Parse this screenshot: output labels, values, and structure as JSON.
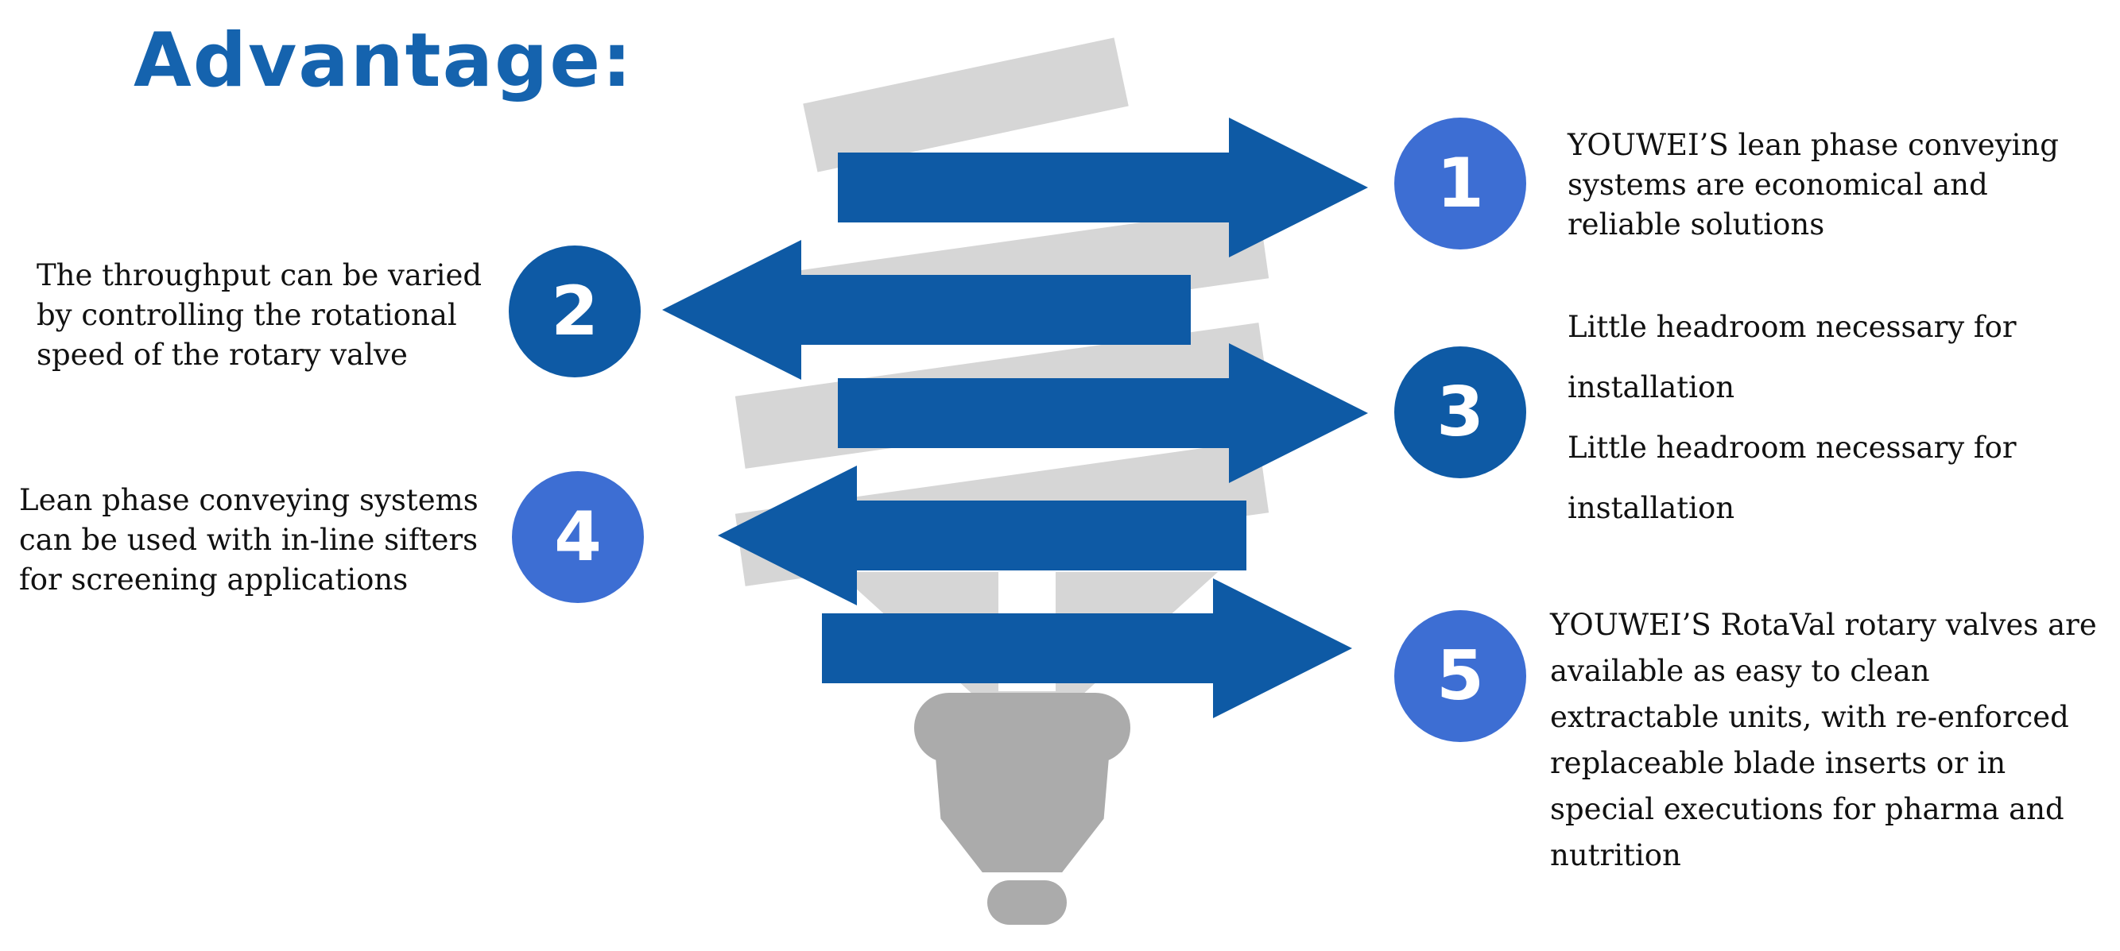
{
  "title": "Advantage:",
  "colors": {
    "title_blue": "#1563ae",
    "arrow_blue": "#0e5aa5",
    "dark_circle_blue": "#0e5aa5",
    "light_circle_blue": "#3d6ed3",
    "tube_gray": "#d6d6d6",
    "base_gray": "#ababab"
  },
  "graphic": "cfl-lightbulb",
  "items": [
    {
      "number": "1",
      "side": "right",
      "circle_style": "light",
      "text": "YOUWEI’S lean phase conveying systems are economical and reliable solutions"
    },
    {
      "number": "2",
      "side": "left",
      "circle_style": "dark",
      "text": "The throughput can be varied by controlling the rotational speed of the rotary valve"
    },
    {
      "number": "3",
      "side": "right",
      "circle_style": "dark",
      "lines": [
        "Little headroom necessary for installation",
        "Little headroom necessary for installation"
      ]
    },
    {
      "number": "4",
      "side": "left",
      "circle_style": "light",
      "text": "Lean phase conveying systems can be used with in-line sifters for screening applications"
    },
    {
      "number": "5",
      "side": "right",
      "circle_style": "light",
      "text": "YOUWEI’S RotaVal rotary valves are available as easy to clean extractable units, with re-enforced replaceable blade inserts or in special executions for pharma and nutrition"
    }
  ]
}
